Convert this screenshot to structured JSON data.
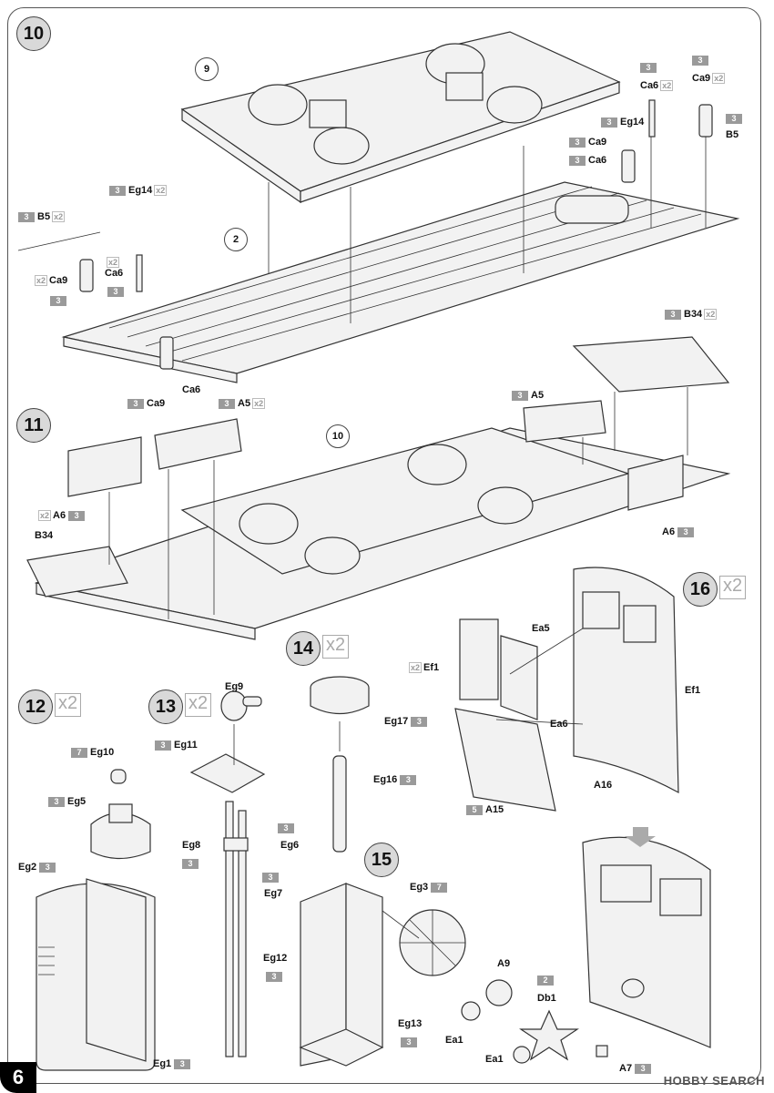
{
  "page_number": "6",
  "watermark": "HOBBY SEARCH",
  "steps": {
    "s10": {
      "num": "10"
    },
    "s11": {
      "num": "11"
    },
    "s12": {
      "num": "12",
      "mult": "x2"
    },
    "s13": {
      "num": "13",
      "mult": "x2"
    },
    "s14": {
      "num": "14",
      "mult": "x2"
    },
    "s15": {
      "num": "15"
    },
    "s16": {
      "num": "16",
      "mult": "x2"
    }
  },
  "callouts": {
    "c9": "9",
    "c2": "2",
    "c10": "10"
  },
  "parts": {
    "ca6_a": {
      "code": "3",
      "name": "Ca6",
      "qty": "x2"
    },
    "ca9_a": {
      "code": "3",
      "name": "Ca9",
      "qty": "x2"
    },
    "b5_a": {
      "code": "3",
      "name": "B5"
    },
    "eg14_a": {
      "code": "3",
      "name": "Eg14"
    },
    "ca9_b": {
      "code": "3",
      "name": "Ca9"
    },
    "ca6_b": {
      "code": "3",
      "name": "Ca6"
    },
    "eg14_b": {
      "code": "3",
      "name": "Eg14",
      "qty": "x2"
    },
    "b5_b": {
      "code": "3",
      "name": "B5",
      "qty": "x2"
    },
    "ca6_c": {
      "code": "3",
      "name": "Ca6",
      "qty": "x2"
    },
    "ca9_c": {
      "code": "3",
      "name": "Ca9",
      "qty": "x2"
    },
    "ca9_d": {
      "code": "3",
      "name": "Ca9"
    },
    "ca6_d": {
      "name": "Ca6"
    },
    "b34_a": {
      "code": "3",
      "name": "B34",
      "qty": "x2"
    },
    "a5_a": {
      "code": "3",
      "name": "A5",
      "qty": "x2"
    },
    "a5_b": {
      "code": "3",
      "name": "A5"
    },
    "a6_a": {
      "code": "3",
      "name": "A6",
      "qty": "x2"
    },
    "b34_b": {
      "name": "B34"
    },
    "a6_b": {
      "code": "3",
      "name": "A6"
    },
    "eg9": {
      "name": "Eg9"
    },
    "eg11": {
      "code": "3",
      "name": "Eg11"
    },
    "eg8": {
      "code": "3",
      "name": "Eg8"
    },
    "eg6": {
      "code": "3",
      "name": "Eg6"
    },
    "eg7": {
      "code": "3",
      "name": "Eg7"
    },
    "eg10": {
      "code": "7",
      "name": "Eg10"
    },
    "eg5": {
      "code": "3",
      "name": "Eg5"
    },
    "eg2": {
      "code": "3",
      "name": "Eg2"
    },
    "eg1": {
      "code": "3",
      "name": "Eg1"
    },
    "eg17": {
      "code": "3",
      "name": "Eg17"
    },
    "eg16": {
      "code": "3",
      "name": "Eg16"
    },
    "eg12": {
      "code": "3",
      "name": "Eg12"
    },
    "eg13": {
      "code": "3",
      "name": "Eg13"
    },
    "eg3": {
      "code": "7",
      "name": "Eg3"
    },
    "a9": {
      "name": "A9"
    },
    "ea1_a": {
      "name": "Ea1"
    },
    "ea1_b": {
      "name": "Ea1"
    },
    "db1": {
      "code": "2",
      "name": "Db1"
    },
    "a7": {
      "code": "3",
      "name": "A7"
    },
    "ef1_a": {
      "name": "Ef1",
      "qty": "x2"
    },
    "ea5": {
      "name": "Ea5"
    },
    "ea6": {
      "name": "Ea6"
    },
    "ef1_b": {
      "name": "Ef1"
    },
    "a16": {
      "name": "A16"
    },
    "a15": {
      "code": "5",
      "name": "A15"
    }
  }
}
